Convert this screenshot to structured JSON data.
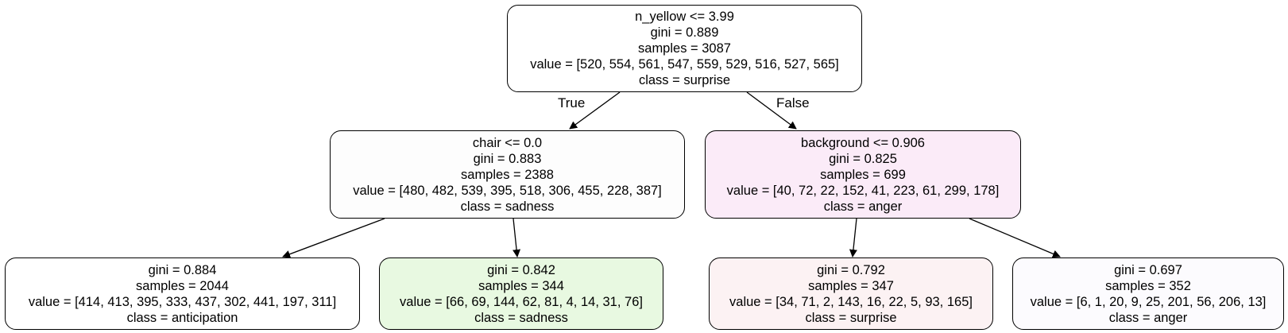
{
  "tree": {
    "nodes": {
      "root": {
        "split": "n_yellow <= 3.99",
        "gini": "gini = 0.889",
        "samples": "samples = 3087",
        "value": "value = [520, 554, 561, 547, 559, 529, 516, 527, 565]",
        "class": "class = surprise",
        "fill": "#ffffff"
      },
      "left": {
        "split": "chair <= 0.0",
        "gini": "gini = 0.883",
        "samples": "samples = 2388",
        "value": "value = [480, 482, 539, 395, 518, 306, 455, 228, 387]",
        "class": "class = sadness",
        "fill": "#fdfdfd"
      },
      "right": {
        "split": "background <= 0.906",
        "gini": "gini = 0.825",
        "samples": "samples = 699",
        "value": "value = [40, 72, 22, 152, 41, 223, 61, 299, 178]",
        "class": "class = anger",
        "fill": "#fbebf8"
      },
      "leaf_ll": {
        "gini": "gini = 0.884",
        "samples": "samples = 2044",
        "value": "value = [414, 413, 395, 333, 437, 302, 441, 197, 311]",
        "class": "class = anticipation",
        "fill": "#ffffff"
      },
      "leaf_lr": {
        "gini": "gini = 0.842",
        "samples": "samples = 344",
        "value": "value = [66, 69, 144, 62, 81, 4, 14, 31, 76]",
        "class": "class = sadness",
        "fill": "#e8f9e1"
      },
      "leaf_rl": {
        "gini": "gini = 0.792",
        "samples": "samples = 347",
        "value": "value = [34, 71, 2, 143, 16, 22, 5, 93, 165]",
        "class": "class = surprise",
        "fill": "#fcf2f3"
      },
      "leaf_rr": {
        "gini": "gini = 0.697",
        "samples": "samples = 352",
        "value": "value = [6, 1, 20, 9, 25, 201, 56, 206, 13]",
        "class": "class = anger",
        "fill": "#fcfbfe"
      }
    },
    "edge_labels": {
      "true_label": "True",
      "false_label": "False"
    }
  }
}
